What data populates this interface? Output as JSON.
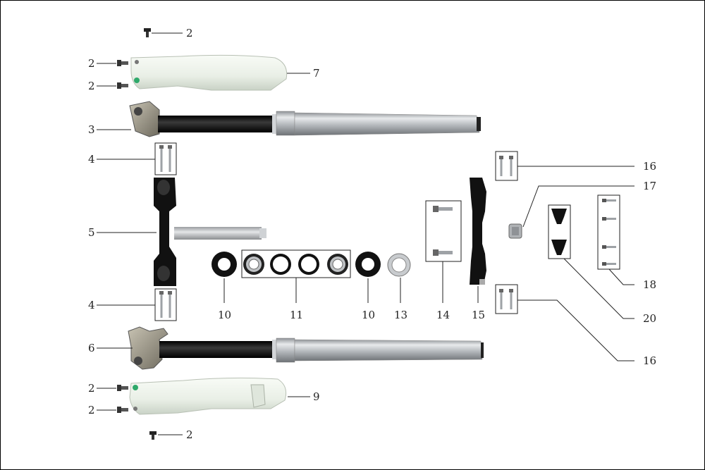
{
  "callouts": {
    "c2_top": "2",
    "c2_upper_a": "2",
    "c2_upper_b": "2",
    "c3": "3",
    "c4_upper": "4",
    "c4_lower": "4",
    "c5": "5",
    "c6": "6",
    "c7": "7",
    "c9": "9",
    "c10_left": "10",
    "c10_right": "10",
    "c11": "11",
    "c13": "13",
    "c14": "14",
    "c15": "15",
    "c16_upper": "16",
    "c16_lower": "16",
    "c17": "17",
    "c18": "18",
    "c20": "20",
    "c2_lower_a": "2",
    "c2_lower_b": "2",
    "c2_bottom": "2"
  },
  "colors": {
    "fork_tube": "#1a1a1a",
    "fork_slider": "#b9bcc0",
    "fork_guard": "#eef3ec",
    "triple_clamp": "#111111",
    "accent_green": "#2fa96b"
  }
}
